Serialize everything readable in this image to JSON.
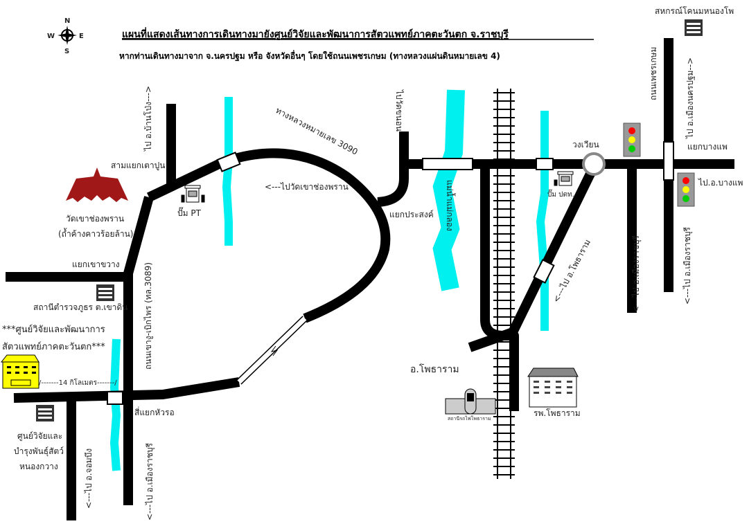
{
  "title": "แผนที่แสดงเส้นทางการเดินทางมายังศูนย์วิจัยและพัฒนาการสัตวแพทย์ภาคตะวันตก จ.ราชบุรี",
  "subtitle": "หากท่านเดินทางมาจาก จ.นครปฐม หรือ จังหวัดอื่นๆ โดยใช้ถนนเพชรเกษม (ทางหลวงแผ่นดินหมายเลข 4)",
  "compass": {
    "n": "N",
    "s": "S",
    "e": "E",
    "w": "W"
  },
  "colors": {
    "road": "#000000",
    "river": "#00f0f0",
    "center_building": "#ffff00",
    "roundabout": "#888888"
  },
  "labels": {
    "coop": "สหกรณ์โคนมหนองโพ",
    "phetkasem": "ถนนเพชรเกษม",
    "to_nakhon_pathom": "ไป อ.เมืองนครปฐม-->",
    "bang_phae_junction": "แยกบางแพ",
    "to_bang_phae": "ไป.อ.บางแพ",
    "roundabout": "วงเวียน",
    "ptt_pump": "ปั๊ม ปตท.",
    "to_ratchaburi_1": "<---ไป อ.เมืองราชบุรี",
    "to_ratchaburi_2": "<---ไป อ.เมืองราชบุรี",
    "to_photharam": "<---ไป อ.โพธาราม",
    "mae_klong": "แม่น้ำแม่กลอง",
    "to_wat_khanon": "ไปวัดขนอน",
    "highway_3090": "ทางหลวงหมายเลข 3090",
    "to_wat_khao_chong_phran": "<---ไปวัดเขาช่องพราน",
    "prasong_junction": "แยกประสงค์",
    "to_ban_pong": "ไป อ.บ้านโป่ง--->",
    "sam_yaek_tao_pun": "สามแยกเตาปูน",
    "pt_pump": "ปั๊ม PT",
    "wat_khao_chong_phran": "วัดเขาช่องพราน",
    "bat_cave": "(ถ้ำค้างคาวร้อยล้าน)",
    "khao_khwang_junction": "แยกเขาขวาง",
    "police_station": "สถานีตำรวจภูธร ต.เขาดิน",
    "khao_ngu_road": "ถนนเขางู-เบิกไพร (ทล.3089)",
    "center_line1": "***ศูนย์วิจัยและพัฒนาการ",
    "center_line2": "สัตวแพทย์ภาคตะวันตก***",
    "distance": "/-------14 กิโลเมตร-------/",
    "si_yaek_hua_ro": "สี่แยกหัวรอ",
    "nong_kwang_line1": "ศูนย์วิจัยและ",
    "nong_kwang_line2": "บำรุงพันธุ์สัตว์",
    "nong_kwang_line3": "หนองกวาง",
    "to_chom_bueng": "<---ไป อ.จอมบึง",
    "to_ratchaburi_3": "<---ไป อ.เมืองราชบุรี",
    "photharam": "อ.โพธาราม",
    "photharam_station": "สถานีรถไฟโพธาราม",
    "photharam_hospital": "รพ.โพธาราม"
  }
}
